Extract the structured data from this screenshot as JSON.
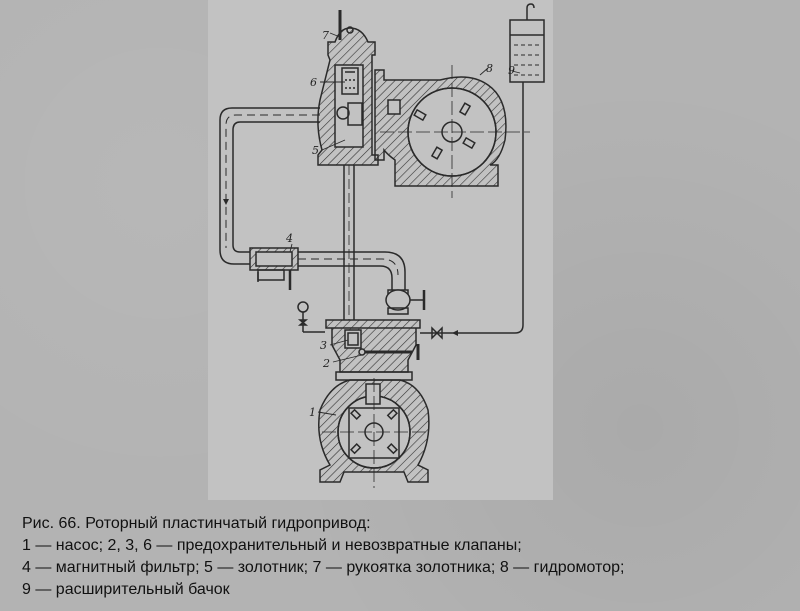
{
  "figure": {
    "number": "Рис. 66.",
    "title": "Роторный пластинчатый гидропривод:",
    "diagram_labels": [
      {
        "id": "1",
        "text": "1"
      },
      {
        "id": "2",
        "text": "2"
      },
      {
        "id": "3",
        "text": "3"
      },
      {
        "id": "4",
        "text": "4"
      },
      {
        "id": "5",
        "text": "5"
      },
      {
        "id": "6",
        "text": "6"
      },
      {
        "id": "7",
        "text": "7"
      },
      {
        "id": "8",
        "text": "8"
      },
      {
        "id": "9",
        "text": "9"
      }
    ],
    "components": {
      "pump": "насос",
      "valves": "предохранительный и невозвратные клапаны",
      "filter": "магнитный фильтр",
      "spool": "золотник",
      "spool_handle": "рукоятка золотника",
      "motor": "гидромотор",
      "tank": "расширительный бачок"
    }
  },
  "caption": {
    "line1": "Рис. 66. Роторный пластинчатый гидропривод:",
    "line2": "1 — насос; 2, 3, 6 — предохранительный и невозвратные клапаны;",
    "line3": "4 — магнитный фильтр; 5 — золотник; 7 — рукоятка золотника; 8 — гидромотор;",
    "line4": "9 — расширительный бачок"
  },
  "colors": {
    "background": "#b3b3b3",
    "figure_panel": "#c2c2c2",
    "ink": "#2a2a2a",
    "caption_text": "#111111"
  }
}
